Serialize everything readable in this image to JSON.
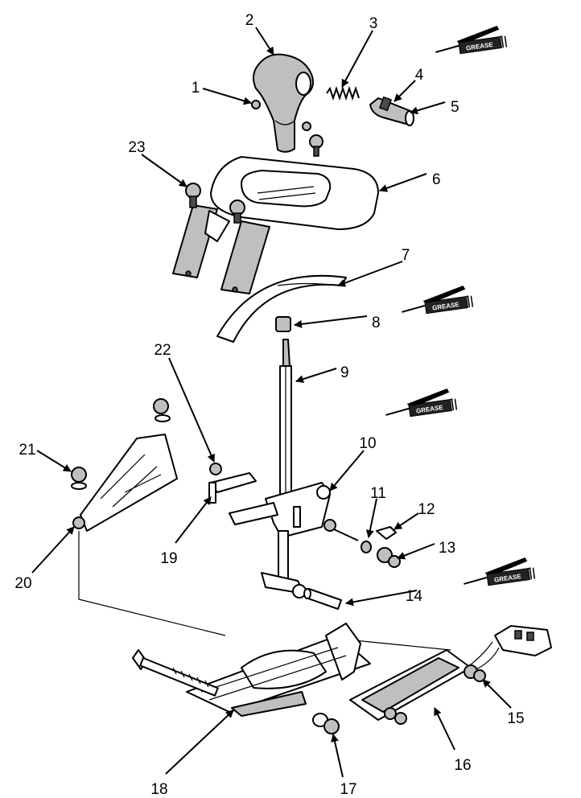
{
  "callouts": [
    "1",
    "2",
    "3",
    "4",
    "5",
    "6",
    "7",
    "8",
    "9",
    "10",
    "11",
    "12",
    "13",
    "14",
    "15",
    "16",
    "17",
    "18",
    "19",
    "20",
    "21",
    "22",
    "23"
  ],
  "grease_tube_label": "GREASE"
}
